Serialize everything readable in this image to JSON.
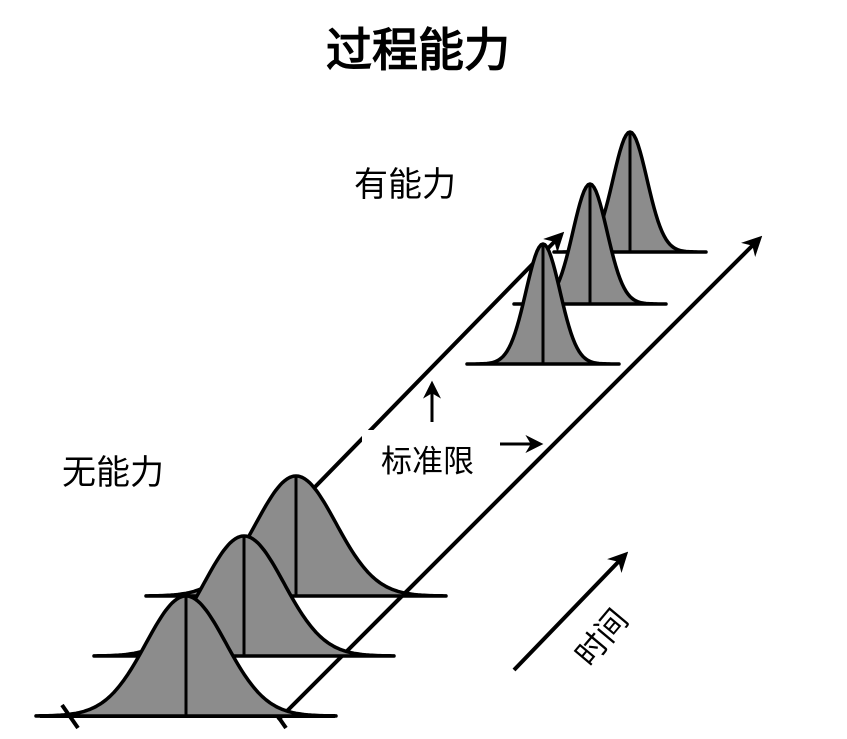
{
  "title": "过程能力",
  "labels": {
    "capable": "有能力",
    "not_capable": "无能力",
    "spec_limits": "标准限",
    "time": "时间"
  },
  "colors": {
    "curve_fill": "#8c8c8c",
    "stroke": "#000000",
    "background": "#ffffff"
  },
  "icons": {
    "up_arrow": "arrow-up-icon",
    "right_arrow": "arrow-right-icon",
    "time_arrow": "arrow-diagonal-icon"
  }
}
